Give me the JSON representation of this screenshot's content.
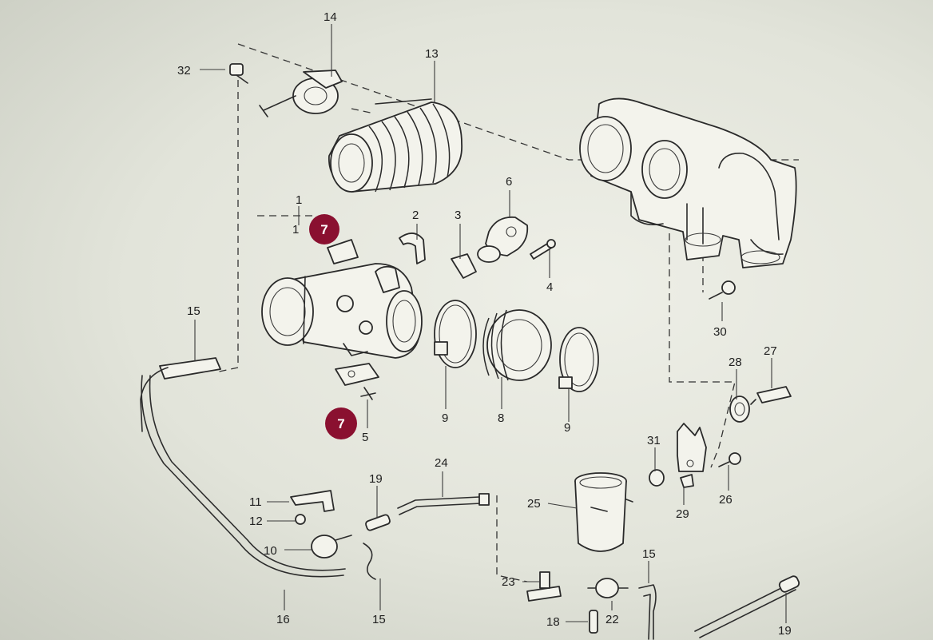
{
  "callout_color": "#8a1030",
  "highlight_callouts": [
    "7",
    "7"
  ],
  "part_numbers": [
    "1",
    "1",
    "2",
    "3",
    "4",
    "5",
    "6",
    "8",
    "9",
    "9",
    "10",
    "11",
    "12",
    "13",
    "14",
    "15",
    "15",
    "15",
    "16",
    "18",
    "19",
    "19",
    "22",
    "23",
    "24",
    "25",
    "26",
    "27",
    "28",
    "29",
    "30",
    "31",
    "32"
  ]
}
